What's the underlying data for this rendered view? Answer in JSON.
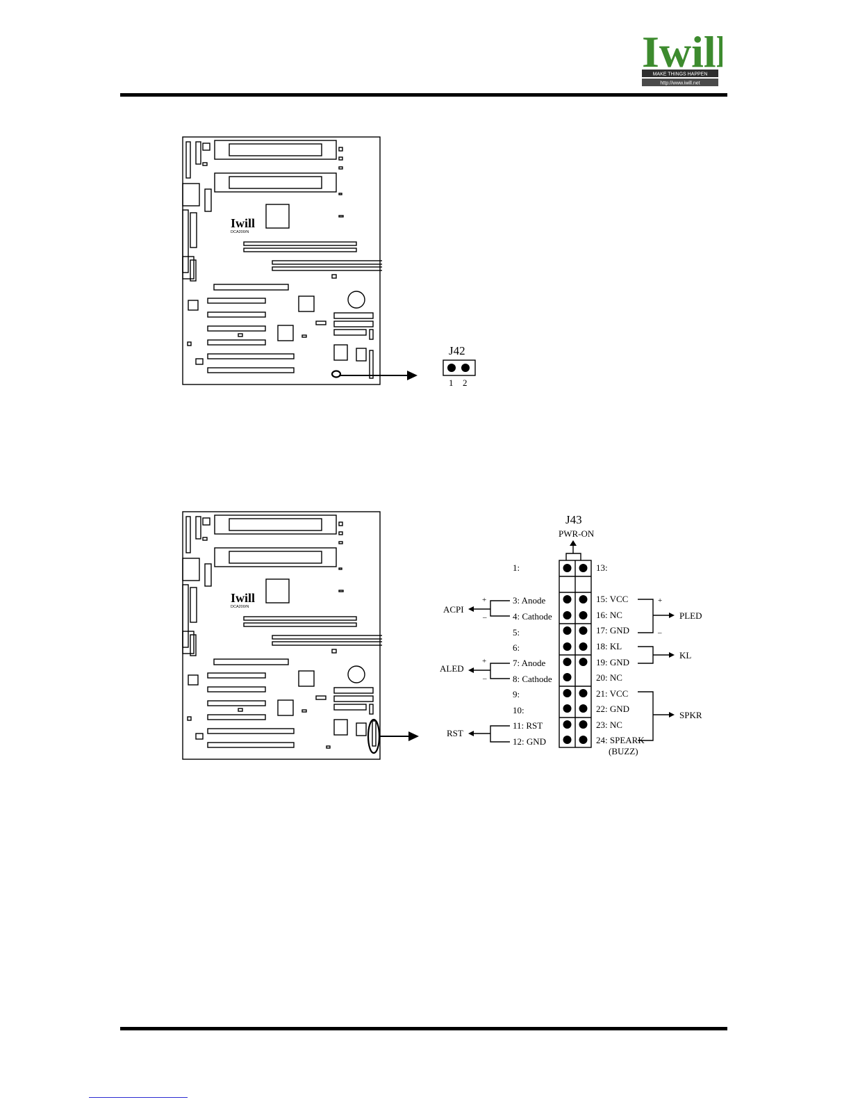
{
  "brand": {
    "logo_text": "Iwill",
    "tagline": "MAKE THINGS HAPPEN",
    "url": "http://www.iwill.net"
  },
  "board": {
    "logo_text": "Iwill",
    "model": "DCA200/N"
  },
  "j42": {
    "name": "J42",
    "pins": [
      "1",
      "2"
    ]
  },
  "j43": {
    "name": "J43",
    "pwr_on": "PWR-ON",
    "left_pins": [
      "1:",
      "3: Anode",
      "4: Cathode",
      "5:",
      "6:",
      "7: Anode",
      "8: Cathode",
      "9:",
      "10:",
      "11: RST",
      "12: GND"
    ],
    "right_pins": [
      "13:",
      "15: VCC",
      "16: NC",
      "17: GND",
      "18: KL",
      "19: GND",
      "20: NC",
      "21: VCC",
      "22: GND",
      "23: NC",
      "24: SPEARK"
    ],
    "buzz": "(BUZZ)",
    "groups": {
      "acpi": "ACPI",
      "aled": "ALED",
      "rst": "RST",
      "pled": "PLED",
      "kl": "KL",
      "spkr": "SPKR"
    },
    "signs": {
      "plus": "+",
      "minus": "_"
    }
  }
}
